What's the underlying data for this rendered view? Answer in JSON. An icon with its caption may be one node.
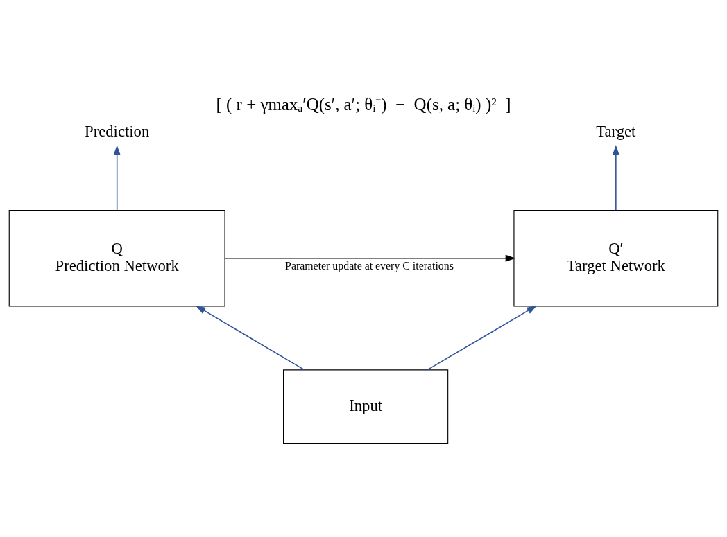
{
  "diagram": {
    "title": "[ ( r + γmaxₐ′Q(s′, a′; θᵢ⁻)  −  Q(s, a; θᵢ) )²  ]",
    "nodes": [
      {
        "text": [
          "Target"
        ]
      },
      {
        "text": [
          "Prediction"
        ]
      },
      {
        "text": [
          "Q′",
          "Target Network"
        ]
      },
      {
        "text": [
          "Q",
          "Prediction Network"
        ]
      },
      {
        "text": [
          "Input"
        ]
      }
    ],
    "edges": [
      {
        "from": 2,
        "to": 0,
        "arrow": "to"
      },
      {
        "from": 3,
        "to": 1,
        "arrow": "to"
      },
      {
        "from": 3,
        "to": 2,
        "arrow": "to",
        "label": "Parameter update at every C iterations",
        "color": "#000000"
      },
      {
        "from": 4,
        "to": 2,
        "arrow": "to"
      },
      {
        "from": 4,
        "to": 3,
        "arrow": "to"
      }
    ]
  }
}
